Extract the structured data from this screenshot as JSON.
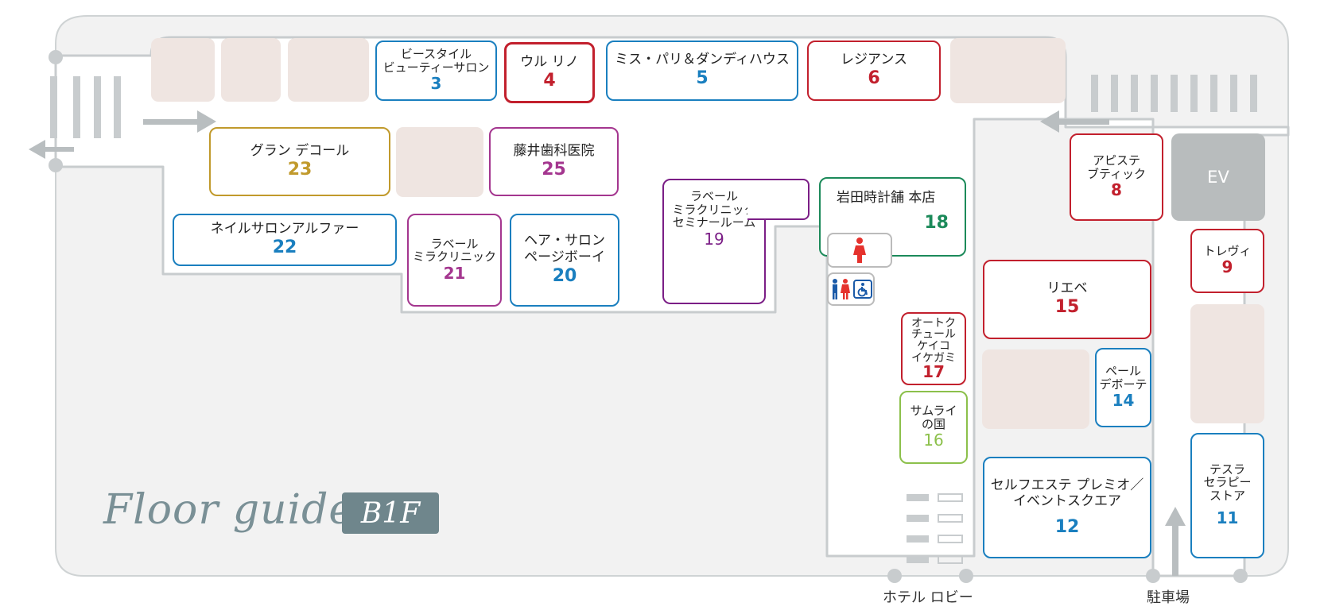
{
  "title": "Floor guide",
  "floor": "B1F",
  "colors": {
    "blue": "#1a7fbf",
    "red": "#c2202d",
    "gold": "#c19a2c",
    "magenta": "#a4368f",
    "purple": "#7b1e86",
    "green": "#1c8a5a",
    "lime": "#8cc04b",
    "floor": "#f2f2f2",
    "corridor": "#c8ccce"
  },
  "shops": [
    {
      "id": "3",
      "name": "ビースタイル\nビューティーサロン",
      "number": "3",
      "color": "blue"
    },
    {
      "id": "4",
      "name": "ウル リノ",
      "number": "4",
      "color": "red"
    },
    {
      "id": "5",
      "name": "ミス・パリ＆ダンディハウス",
      "number": "5",
      "color": "blue"
    },
    {
      "id": "6",
      "name": "レジアンス",
      "number": "6",
      "color": "red"
    },
    {
      "id": "23",
      "name": "グラン デコール",
      "number": "23",
      "color": "gold"
    },
    {
      "id": "25",
      "name": "藤井歯科医院",
      "number": "25",
      "color": "magenta"
    },
    {
      "id": "22",
      "name": "ネイルサロンアルファー",
      "number": "22",
      "color": "blue"
    },
    {
      "id": "21",
      "name": "ラベール\nミラクリニック",
      "number": "21",
      "color": "magenta"
    },
    {
      "id": "20",
      "name": "ヘア・サロン\nページボーイ",
      "number": "20",
      "color": "blue"
    },
    {
      "id": "19",
      "name": "ラベール\nミラクリニック\nセミナールーム",
      "number": "19",
      "color": "purple"
    },
    {
      "id": "18",
      "name": "岩田時計舗 本店",
      "number": "18",
      "color": "green"
    },
    {
      "id": "8",
      "name": "アピステ\nブティック",
      "number": "8",
      "color": "red"
    },
    {
      "id": "9",
      "name": "トレヴィ",
      "number": "9",
      "color": "red"
    },
    {
      "id": "15",
      "name": "リエベ",
      "number": "15",
      "color": "red"
    },
    {
      "id": "17",
      "name": "オートク\nチュール\nケイコ\nイケガミ",
      "number": "17",
      "color": "red"
    },
    {
      "id": "16",
      "name": "サムライ\nの国",
      "number": "16",
      "color": "lime"
    },
    {
      "id": "14",
      "name": "ペール\nデボーテ",
      "number": "14",
      "color": "blue"
    },
    {
      "id": "12",
      "name": "セルフエステ プレミオ／\nイベントスクエア",
      "number": "12",
      "color": "blue"
    },
    {
      "id": "11",
      "name": "テスラ\nセラピー\nストア",
      "number": "11",
      "color": "blue"
    }
  ],
  "elevator": "EV",
  "labels": {
    "hotel_lobby": "ホテル ロビー",
    "parking": "駐車場"
  },
  "icons": {
    "women_restroom": "women-restroom-icon",
    "restroom": "restroom-icon",
    "accessible": "wheelchair-icon"
  }
}
